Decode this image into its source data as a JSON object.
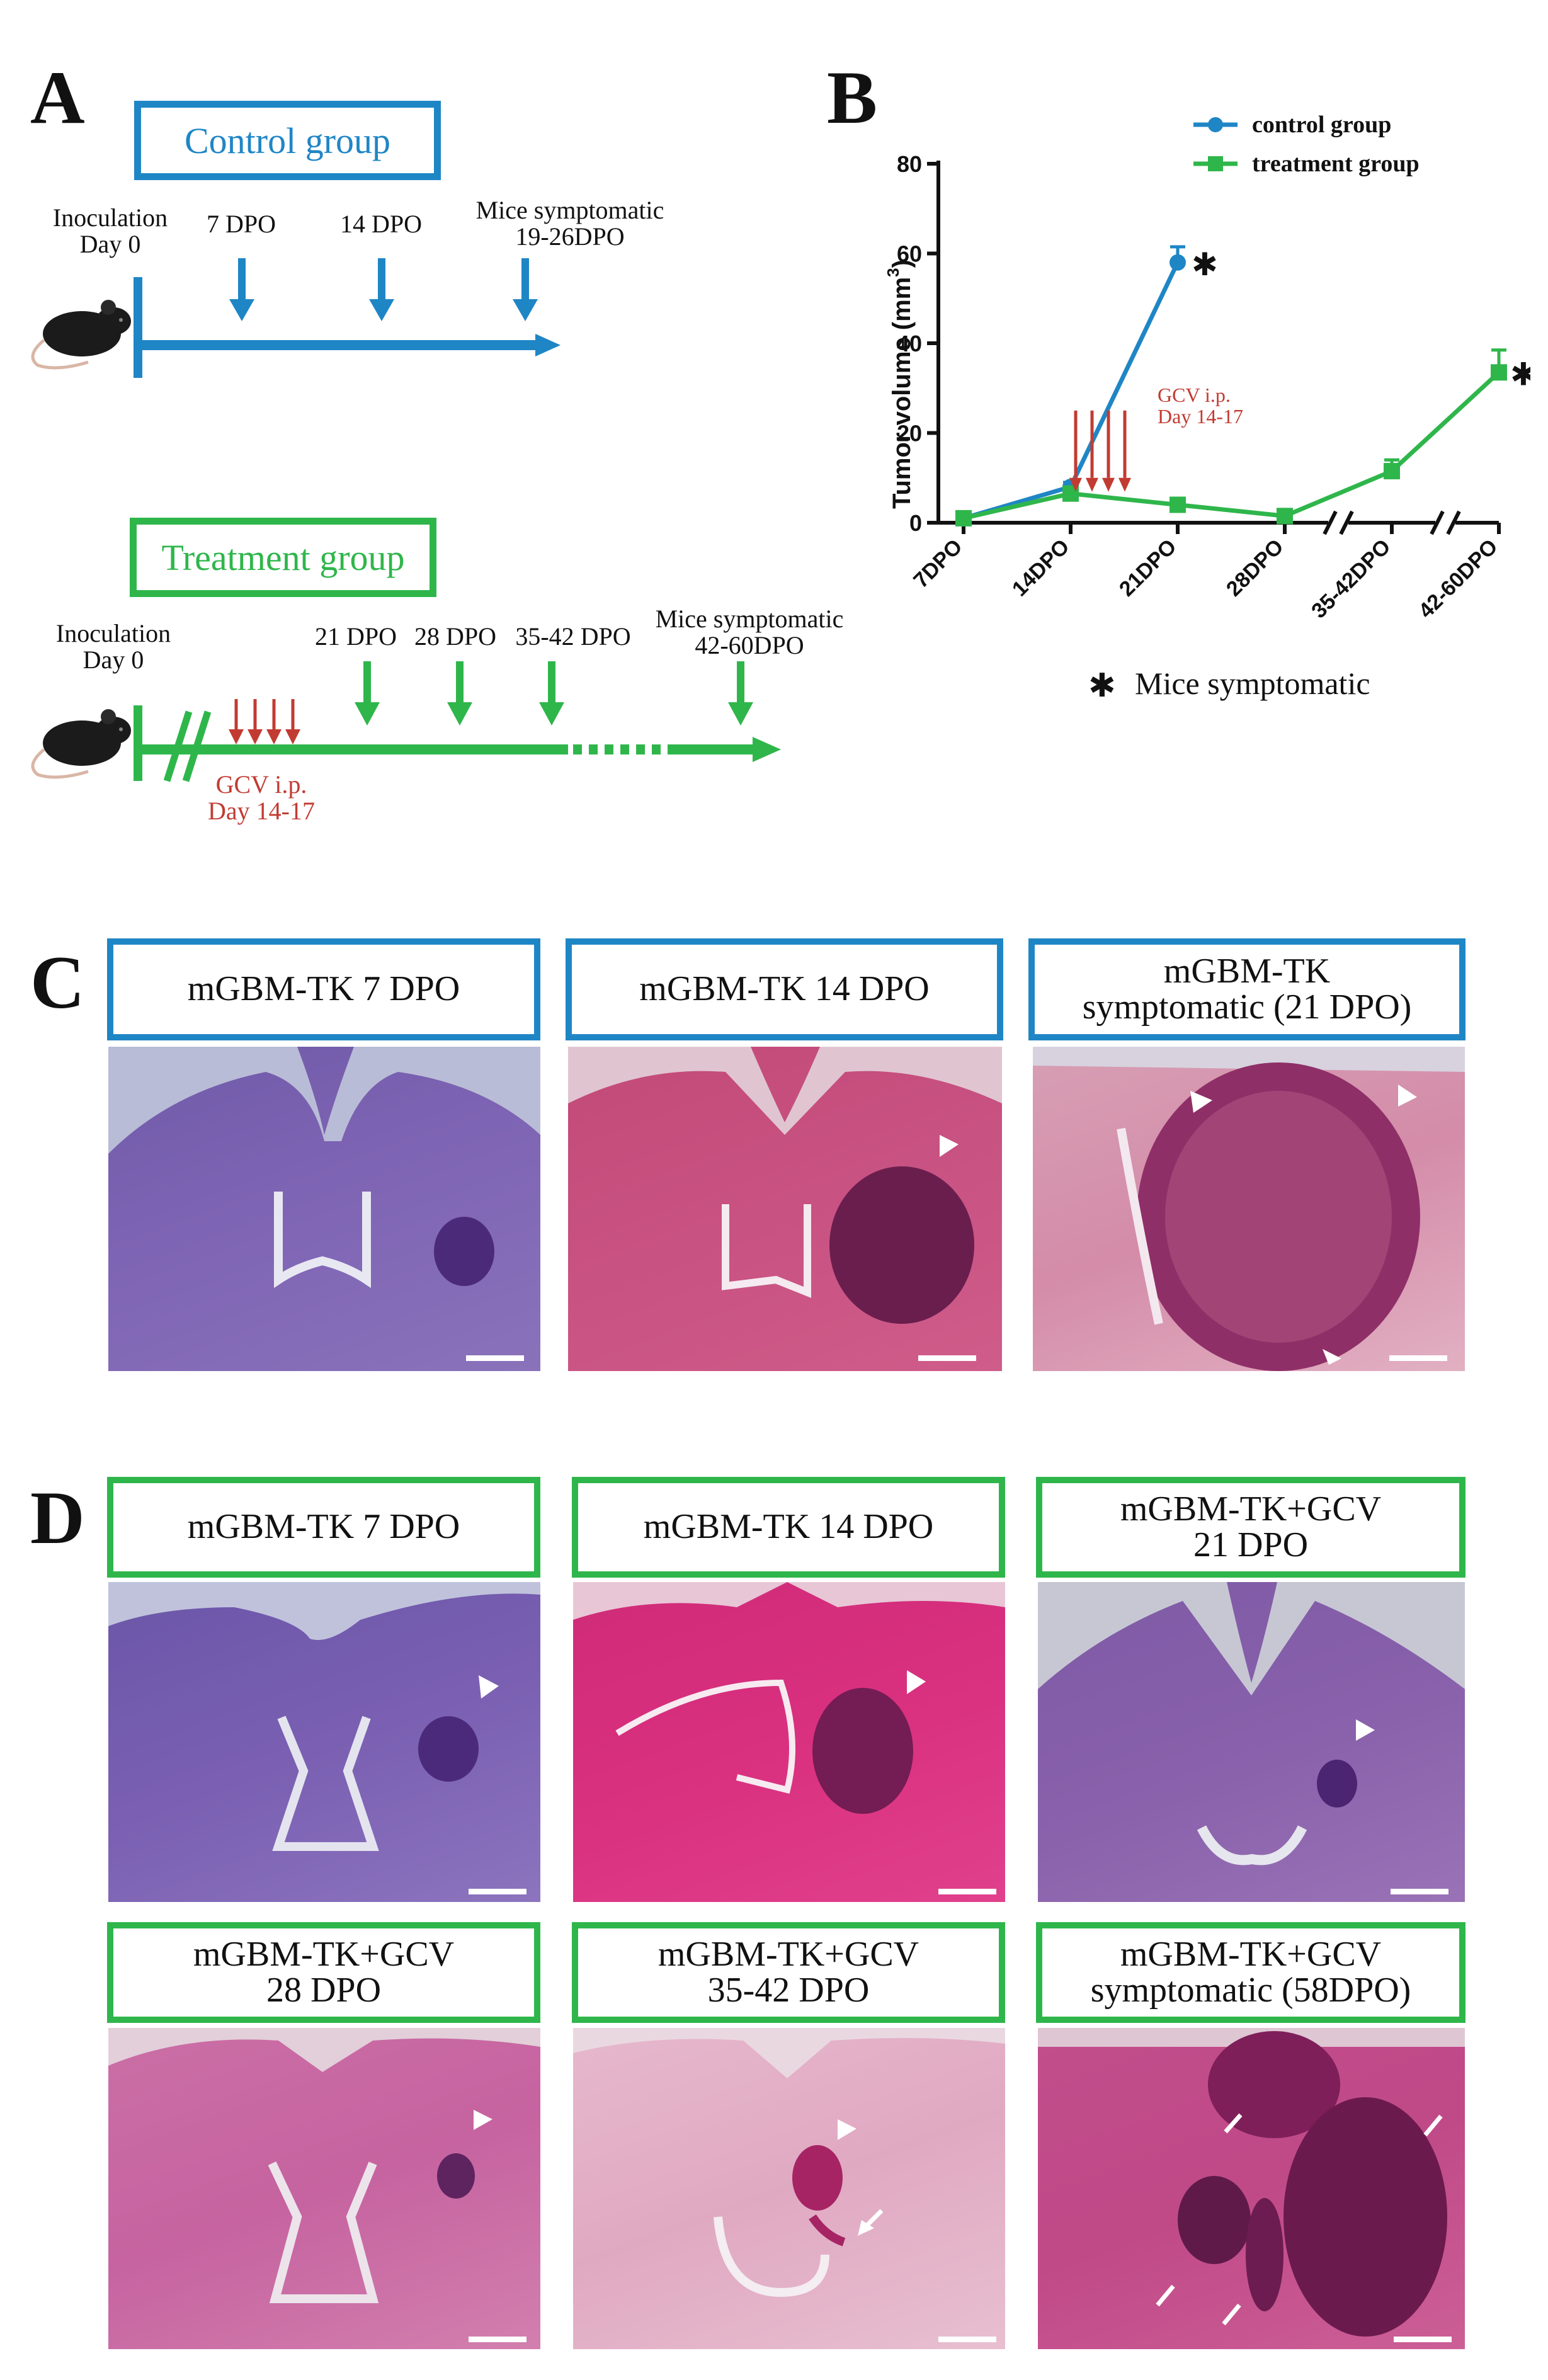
{
  "panels": {
    "a": "A",
    "b": "B",
    "c": "C",
    "d": "D"
  },
  "colors": {
    "control": "#1f86c6",
    "treatment": "#2fb64b",
    "gcv": "#c23b32"
  },
  "timeline_control": {
    "title": "Control group",
    "inoculation": [
      "Inoculation",
      "Day 0"
    ],
    "t7": "7 DPO",
    "t14": "14 DPO",
    "symptomatic": [
      "Mice symptomatic",
      "19-26DPO"
    ]
  },
  "timeline_treatment": {
    "title": "Treatment group",
    "inoculation": [
      "Inoculation",
      "Day 0"
    ],
    "t21": "21 DPO",
    "t28": "28 DPO",
    "t35": "35-42 DPO",
    "symptomatic": [
      "Mice symptomatic",
      "42-60DPO"
    ],
    "gcv": [
      "GCV i.p.",
      "Day 14-17"
    ]
  },
  "chart_data": {
    "type": "line",
    "categories": [
      "7DPO",
      "14DPO",
      "21DPO",
      "28DPO",
      "35-42DPO",
      "42-60DPO"
    ],
    "ylabel": "Tumor volume (mm",
    "ylabel_sup": "3",
    "ylabel_close": ")",
    "ylim": [
      0,
      80
    ],
    "yticks": [
      0,
      20,
      40,
      60,
      80
    ],
    "legend_position": "top-right",
    "series": [
      {
        "name": "control group",
        "color": "#1f86c6",
        "marker": "circle",
        "values": [
          1,
          8,
          58,
          null,
          null,
          null
        ],
        "error": [
          0,
          1,
          3.5,
          null,
          null,
          null
        ]
      },
      {
        "name": "treatment group",
        "color": "#2fb64b",
        "marker": "square",
        "values": [
          1,
          6.5,
          4,
          1.5,
          11.5,
          33.5
        ],
        "error": [
          0,
          0.5,
          0.5,
          0.3,
          2.5,
          5
        ]
      }
    ],
    "annotation": [
      "GCV i.p.",
      "Day 14-17"
    ],
    "symptom_legend": "Mice symptomatic",
    "axis_breaks": true
  },
  "panel_c": [
    {
      "title": [
        "mGBM-TK 7 DPO"
      ]
    },
    {
      "title": [
        "mGBM-TK 14 DPO"
      ]
    },
    {
      "title": [
        "mGBM-TK",
        "symptomatic (21 DPO)"
      ]
    }
  ],
  "panel_d": [
    {
      "title": [
        "mGBM-TK 7 DPO"
      ]
    },
    {
      "title": [
        "mGBM-TK 14 DPO"
      ]
    },
    {
      "title": [
        "mGBM-TK+GCV",
        "21 DPO"
      ]
    },
    {
      "title": [
        "mGBM-TK+GCV",
        "28 DPO"
      ]
    },
    {
      "title": [
        "mGBM-TK+GCV",
        "35-42 DPO"
      ]
    },
    {
      "title": [
        "mGBM-TK+GCV",
        "symptomatic (58DPO)"
      ]
    }
  ]
}
